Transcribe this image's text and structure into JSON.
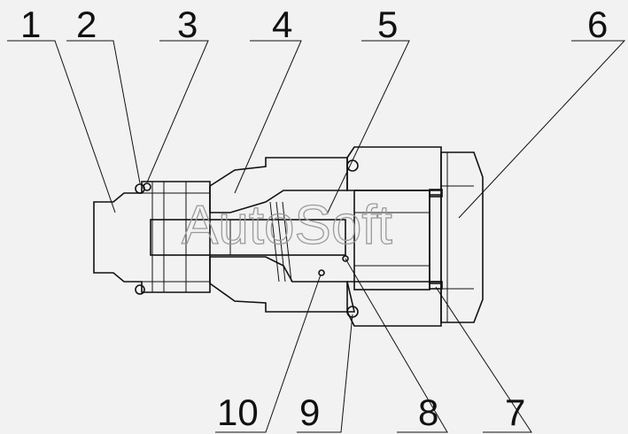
{
  "title": "",
  "watermark": "AutoSoft",
  "colors": {
    "background": "#f2f2f2",
    "line": "#111111",
    "hatch": "#444444",
    "watermark": "#9a9a9a"
  },
  "labels": [
    "1",
    "2",
    "3",
    "4",
    "5",
    "6",
    "7",
    "8",
    "9",
    "10"
  ]
}
